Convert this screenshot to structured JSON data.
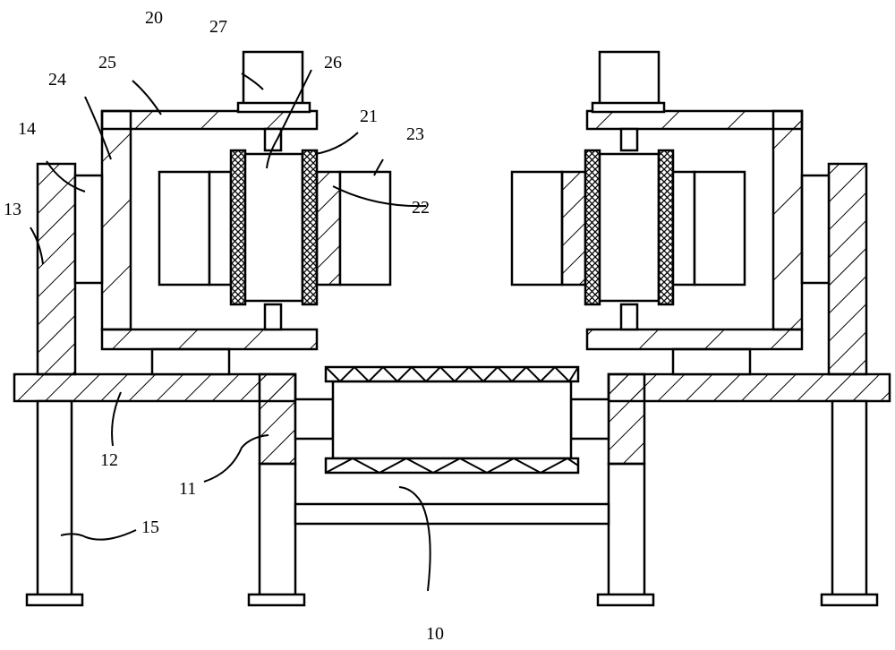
{
  "labels": {
    "l10": "10",
    "l11": "11",
    "l12": "12",
    "l13": "13",
    "l14": "14",
    "l15": "15",
    "l20": "20",
    "l21": "21",
    "l22": "22",
    "l23": "23",
    "l24": "24",
    "l25": "25",
    "l26": "26",
    "l27": "27"
  }
}
